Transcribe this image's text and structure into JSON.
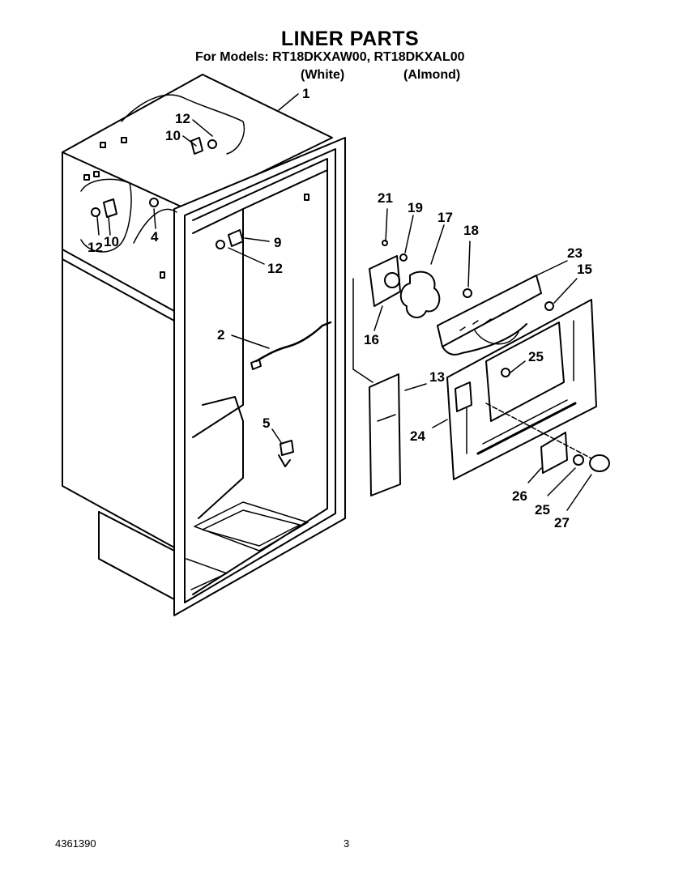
{
  "header": {
    "title": "LINER PARTS",
    "models_line": "For Models: RT18DKXAW00, RT18DKXAL00",
    "variant_white": "(White)",
    "variant_almond": "(Almond)"
  },
  "callouts": {
    "c1": "1",
    "c2": "2",
    "c4": "4",
    "c5": "5",
    "c9": "9",
    "c10a": "10",
    "c10b": "10",
    "c12a": "12",
    "c12b": "12",
    "c12c": "12",
    "c13": "13",
    "c15": "15",
    "c16": "16",
    "c17": "17",
    "c18": "18",
    "c19": "19",
    "c21": "21",
    "c23": "23",
    "c24": "24",
    "c25a": "25",
    "c25b": "25",
    "c26": "26",
    "c27": "27"
  },
  "footer": {
    "doc_number": "4361390",
    "page_number": "3"
  }
}
